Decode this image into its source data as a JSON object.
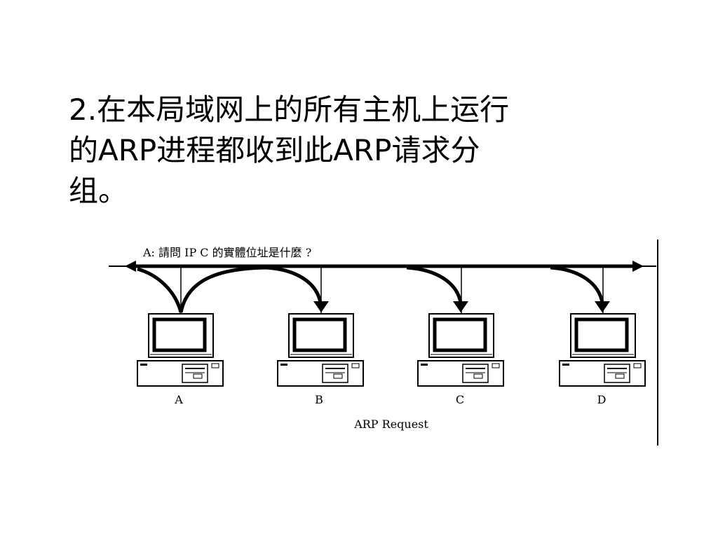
{
  "slide": {
    "heading_lines": [
      "2.在本局域网上的所有主机上运行",
      "的ARP进程都收到此ARP请求分",
      "组。"
    ]
  },
  "diagram": {
    "question": "A: 請問 IP C 的實體位址是什麼 ?",
    "caption": "ARP Request",
    "hosts": [
      {
        "label": "A",
        "role": "sender"
      },
      {
        "label": "B",
        "role": "receiver"
      },
      {
        "label": "C",
        "role": "receiver"
      },
      {
        "label": "D",
        "role": "receiver"
      }
    ]
  }
}
